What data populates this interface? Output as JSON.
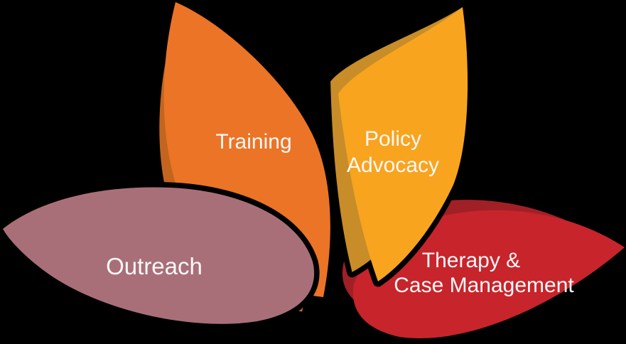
{
  "diagram": {
    "title": "program-areas-petal-diagram",
    "background_color": "#000000",
    "text_color": "#FAF8F8",
    "petals": {
      "training": {
        "label": "Training",
        "fill": "#EC7426",
        "shade": "#C3651E"
      },
      "policy": {
        "line1": "Policy",
        "line2": "Advocacy",
        "fill": "#F8A41F",
        "shade": "#C88D28"
      },
      "outreach": {
        "label": "Outreach",
        "fill": "#A96F78"
      },
      "therapy": {
        "line1": "Therapy &",
        "line2": "Case Management",
        "fill": "#C8242B",
        "shade": "#A02026"
      }
    }
  }
}
